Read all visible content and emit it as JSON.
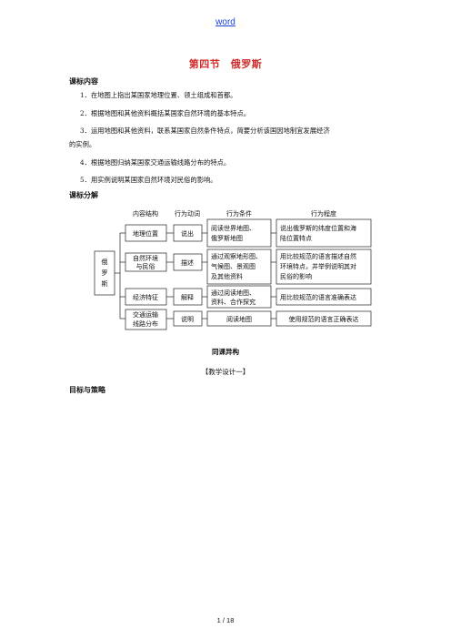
{
  "header": {
    "link": "word"
  },
  "title": "第四节　俄罗斯",
  "section1": {
    "heading": "课标内容",
    "items": [
      "1．在地图上指出某国家地理位置、领土组成和首都。",
      "2．根据地图和其他资料概括某国家自然环境的基本特点。",
      "3．运用地图和其他资料，联系某国家自然条件特点，简要分析该国因地制宜发展经济",
      "的实例。",
      "4．根据地图归纳某国家交通运输线路分布的特点。",
      "5．用实例说明某国家自然环境对民俗的影响。"
    ]
  },
  "section2": {
    "heading": "课标分解",
    "diagram": {
      "col_headers": [
        "内容结构",
        "行为动词",
        "行为条件",
        "行为程度"
      ],
      "root_label": [
        "俄",
        "罗",
        "斯"
      ],
      "rows": [
        {
          "content": [
            "地理位置"
          ],
          "verb": "说出",
          "condition": [
            "阅读世界地图、",
            "俄罗斯地图"
          ],
          "degree": [
            "说出俄罗斯的纬度位置和海",
            "陆位置特点"
          ]
        },
        {
          "content": [
            "自然环境",
            "与民俗"
          ],
          "verb": "描述",
          "condition": [
            "通过观察地形图、",
            "气候图、景观图",
            "及其他资料"
          ],
          "degree": [
            "用比较规范的语言描述自然",
            "环境特点，并举例说明其对",
            "民俗的影响"
          ]
        },
        {
          "content": [
            "经济特征"
          ],
          "verb": "解释",
          "condition": [
            "通过阅读地图、",
            "资料、合作探究"
          ],
          "degree": [
            "用比较规范的语言准确表达"
          ]
        },
        {
          "content": [
            "交通运输",
            "线路分布"
          ],
          "verb": "说明",
          "condition": [
            "阅读地图"
          ],
          "degree": [
            "使用规范的语言正确表达"
          ]
        }
      ]
    }
  },
  "section3": {
    "heading": "同课异构",
    "subheading": "【教学设计一】"
  },
  "section4": {
    "heading": "目标与策略"
  },
  "footer": {
    "page": "1 / 18"
  }
}
